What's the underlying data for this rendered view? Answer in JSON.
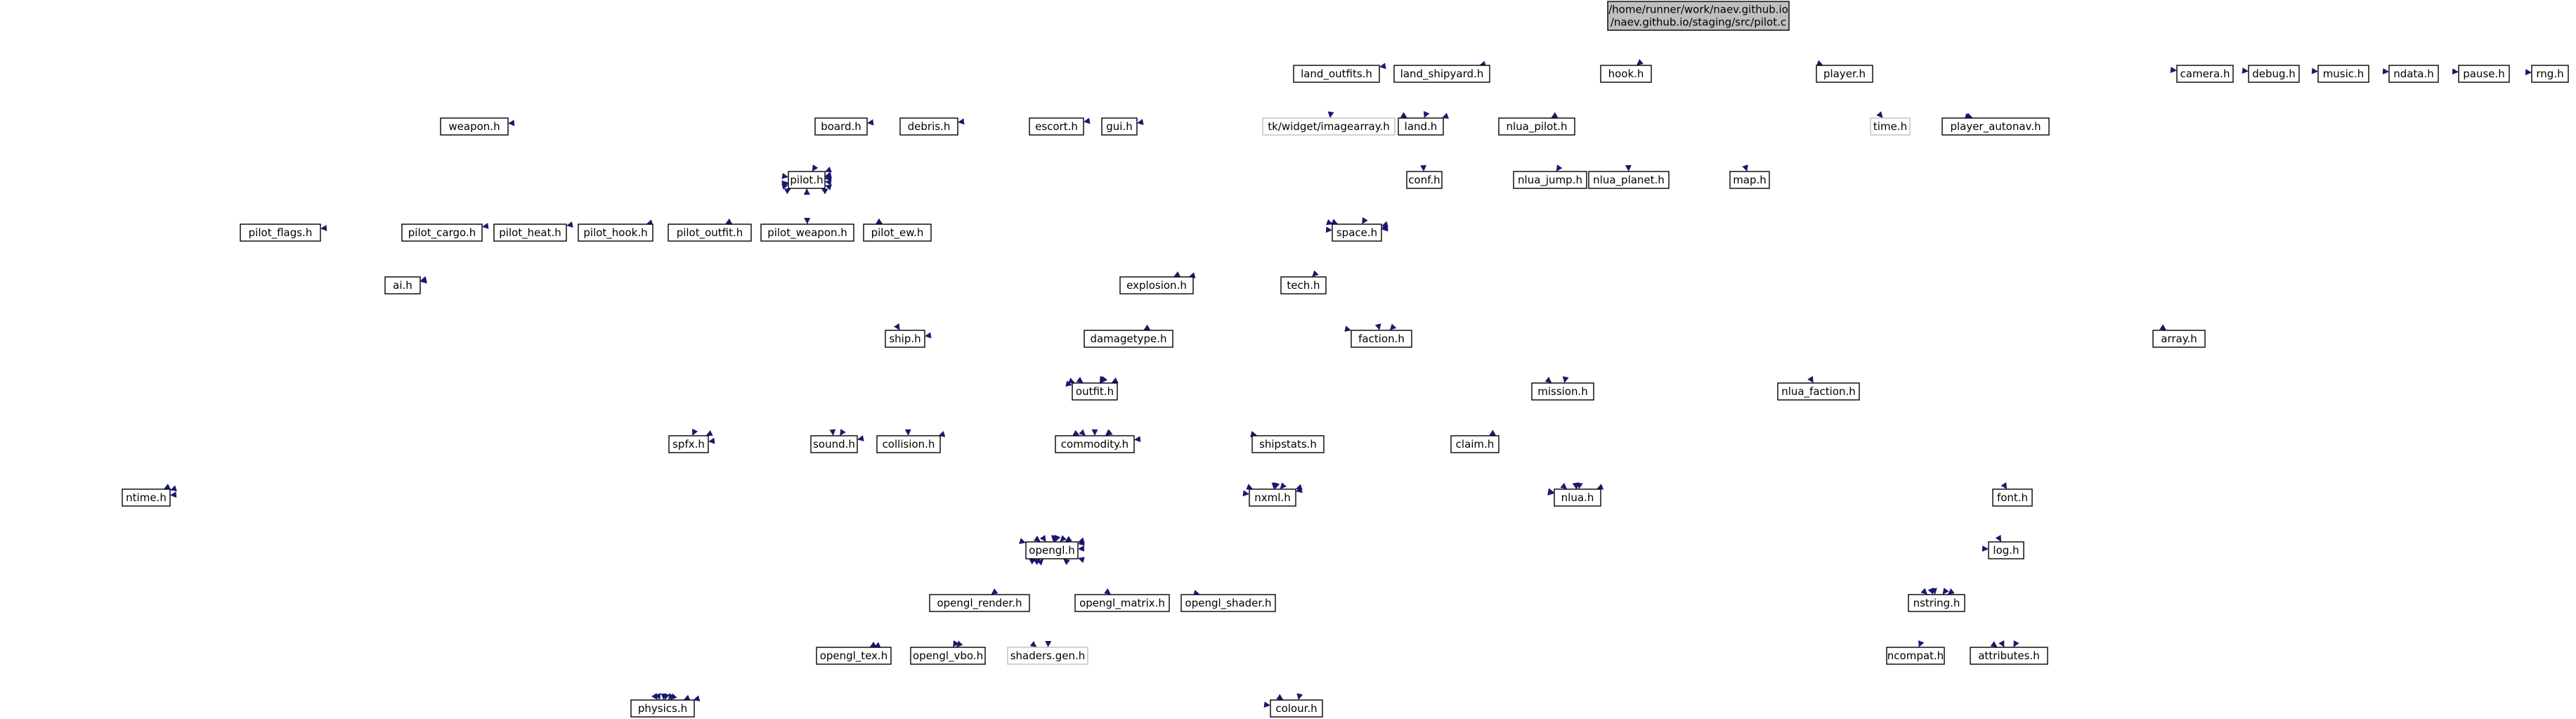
{
  "title": "/home/runner/work/naev.github.io/naev.github.io/staging/src/pilot.c",
  "colors": {
    "edge": "#191970",
    "root_fill": "#bfbfbf",
    "node_border": "#000000",
    "missing_border": "#bfbfbf",
    "background": "#ffffff"
  },
  "nodes": [
    {
      "id": "root",
      "lines": [
        "/home/runner/work/naev.github.io",
        "/naev.github.io/staging/src/pilot.c"
      ],
      "kind": "root"
    },
    {
      "id": "weapon_h",
      "lines": [
        "weapon.h"
      ]
    },
    {
      "id": "board_h",
      "lines": [
        "board.h"
      ]
    },
    {
      "id": "debris_h",
      "lines": [
        "debris.h"
      ]
    },
    {
      "id": "escort_h",
      "lines": [
        "escort.h"
      ]
    },
    {
      "id": "gui_h",
      "lines": [
        "gui.h"
      ]
    },
    {
      "id": "land_outfits_h",
      "lines": [
        "land_outfits.h"
      ]
    },
    {
      "id": "land_shipyard_h",
      "lines": [
        "land_shipyard.h"
      ]
    },
    {
      "id": "tk_imagearray_h",
      "lines": [
        "tk/widget/imagearray.h"
      ],
      "kind": "missing"
    },
    {
      "id": "land_h",
      "lines": [
        "land.h"
      ]
    },
    {
      "id": "hook_h",
      "lines": [
        "hook.h"
      ]
    },
    {
      "id": "nlua_pilot_h",
      "lines": [
        "nlua_pilot.h"
      ]
    },
    {
      "id": "player_h",
      "lines": [
        "player.h"
      ]
    },
    {
      "id": "time_h",
      "lines": [
        "time.h"
      ],
      "kind": "missing"
    },
    {
      "id": "player_autonav_h",
      "lines": [
        "player_autonav.h"
      ]
    },
    {
      "id": "camera_h",
      "lines": [
        "camera.h"
      ]
    },
    {
      "id": "debug_h",
      "lines": [
        "debug.h"
      ]
    },
    {
      "id": "music_h",
      "lines": [
        "music.h"
      ]
    },
    {
      "id": "ndata_h",
      "lines": [
        "ndata.h"
      ]
    },
    {
      "id": "pause_h",
      "lines": [
        "pause.h"
      ]
    },
    {
      "id": "rng_h",
      "lines": [
        "rng.h"
      ]
    },
    {
      "id": "conf_h",
      "lines": [
        "conf.h"
      ]
    },
    {
      "id": "pilot_h",
      "lines": [
        "pilot.h"
      ]
    },
    {
      "id": "nlua_jump_h",
      "lines": [
        "nlua_jump.h"
      ]
    },
    {
      "id": "nlua_planet_h",
      "lines": [
        "nlua_planet.h"
      ]
    },
    {
      "id": "map_h",
      "lines": [
        "map.h"
      ]
    },
    {
      "id": "pilot_flags_h",
      "lines": [
        "pilot_flags.h"
      ]
    },
    {
      "id": "pilot_cargo_h",
      "lines": [
        "pilot_cargo.h"
      ]
    },
    {
      "id": "pilot_heat_h",
      "lines": [
        "pilot_heat.h"
      ]
    },
    {
      "id": "pilot_hook_h",
      "lines": [
        "pilot_hook.h"
      ]
    },
    {
      "id": "pilot_outfit_h",
      "lines": [
        "pilot_outfit.h"
      ]
    },
    {
      "id": "pilot_weapon_h",
      "lines": [
        "pilot_weapon.h"
      ]
    },
    {
      "id": "pilot_ew_h",
      "lines": [
        "pilot_ew.h"
      ]
    },
    {
      "id": "space_h",
      "lines": [
        "space.h"
      ]
    },
    {
      "id": "ai_h",
      "lines": [
        "ai.h"
      ]
    },
    {
      "id": "explosion_h",
      "lines": [
        "explosion.h"
      ]
    },
    {
      "id": "tech_h",
      "lines": [
        "tech.h"
      ]
    },
    {
      "id": "ship_h",
      "lines": [
        "ship.h"
      ]
    },
    {
      "id": "damagetype_h",
      "lines": [
        "damagetype.h"
      ]
    },
    {
      "id": "faction_h",
      "lines": [
        "faction.h"
      ]
    },
    {
      "id": "array_h",
      "lines": [
        "array.h"
      ]
    },
    {
      "id": "outfit_h",
      "lines": [
        "outfit.h"
      ]
    },
    {
      "id": "mission_h",
      "lines": [
        "mission.h"
      ]
    },
    {
      "id": "nlua_faction_h",
      "lines": [
        "nlua_faction.h"
      ]
    },
    {
      "id": "spfx_h",
      "lines": [
        "spfx.h"
      ]
    },
    {
      "id": "sound_h",
      "lines": [
        "sound.h"
      ]
    },
    {
      "id": "collision_h",
      "lines": [
        "collision.h"
      ]
    },
    {
      "id": "commodity_h",
      "lines": [
        "commodity.h"
      ]
    },
    {
      "id": "shipstats_h",
      "lines": [
        "shipstats.h"
      ]
    },
    {
      "id": "claim_h",
      "lines": [
        "claim.h"
      ]
    },
    {
      "id": "ntime_h",
      "lines": [
        "ntime.h"
      ]
    },
    {
      "id": "nxml_h",
      "lines": [
        "nxml.h"
      ]
    },
    {
      "id": "nlua_h",
      "lines": [
        "nlua.h"
      ]
    },
    {
      "id": "font_h",
      "lines": [
        "font.h"
      ]
    },
    {
      "id": "opengl_h",
      "lines": [
        "opengl.h"
      ]
    },
    {
      "id": "log_h",
      "lines": [
        "log.h"
      ]
    },
    {
      "id": "opengl_render_h",
      "lines": [
        "opengl_render.h"
      ]
    },
    {
      "id": "opengl_matrix_h",
      "lines": [
        "opengl_matrix.h"
      ]
    },
    {
      "id": "opengl_shader_h",
      "lines": [
        "opengl_shader.h"
      ]
    },
    {
      "id": "nstring_h",
      "lines": [
        "nstring.h"
      ]
    },
    {
      "id": "opengl_tex_h",
      "lines": [
        "opengl_tex.h"
      ]
    },
    {
      "id": "opengl_vbo_h",
      "lines": [
        "opengl_vbo.h"
      ]
    },
    {
      "id": "shaders_gen_h",
      "lines": [
        "shaders.gen.h"
      ],
      "kind": "missing"
    },
    {
      "id": "ncompat_h",
      "lines": [
        "ncompat.h"
      ]
    },
    {
      "id": "attributes_h",
      "lines": [
        "attributes.h"
      ]
    },
    {
      "id": "physics_h",
      "lines": [
        "physics.h"
      ]
    },
    {
      "id": "colour_h",
      "lines": [
        "colour.h"
      ]
    }
  ],
  "edges": [
    [
      "root",
      "weapon_h"
    ],
    [
      "root",
      "board_h"
    ],
    [
      "root",
      "debris_h"
    ],
    [
      "root",
      "escort_h"
    ],
    [
      "root",
      "gui_h"
    ],
    [
      "root",
      "land_outfits_h"
    ],
    [
      "root",
      "land_shipyard_h"
    ],
    [
      "root",
      "land_h"
    ],
    [
      "root",
      "hook_h"
    ],
    [
      "root",
      "player_h"
    ],
    [
      "root",
      "player_autonav_h"
    ],
    [
      "root",
      "camera_h"
    ],
    [
      "root",
      "debug_h"
    ],
    [
      "root",
      "music_h"
    ],
    [
      "root",
      "ndata_h"
    ],
    [
      "root",
      "pause_h"
    ],
    [
      "root",
      "rng_h"
    ],
    [
      "root",
      "pilot_h"
    ],
    [
      "root",
      "map_h"
    ],
    [
      "root",
      "explosion_h"
    ],
    [
      "root",
      "ai_h"
    ],
    [
      "root",
      "faction_h"
    ],
    [
      "root",
      "array_h"
    ],
    [
      "root",
      "font_h"
    ],
    [
      "root",
      "log_h"
    ],
    [
      "root",
      "nstring_h"
    ],
    [
      "root",
      "ntime_h"
    ],
    [
      "root",
      "nxml_h"
    ],
    [
      "root",
      "damagetype_h"
    ],
    [
      "weapon_h",
      "pilot_h"
    ],
    [
      "weapon_h",
      "outfit_h"
    ],
    [
      "weapon_h",
      "physics_h"
    ],
    [
      "board_h",
      "pilot_h"
    ],
    [
      "debris_h",
      "pilot_h"
    ],
    [
      "escort_h",
      "pilot_h"
    ],
    [
      "escort_h",
      "space_h"
    ],
    [
      "escort_h",
      "physics_h"
    ],
    [
      "gui_h",
      "pilot_h"
    ],
    [
      "gui_h",
      "space_h"
    ],
    [
      "gui_h",
      "opengl_h"
    ],
    [
      "land_outfits_h",
      "land_h"
    ],
    [
      "land_outfits_h",
      "tk_imagearray_h"
    ],
    [
      "land_outfits_h",
      "outfit_h"
    ],
    [
      "land_shipyard_h",
      "land_h"
    ],
    [
      "land_h",
      "conf_h"
    ],
    [
      "land_h",
      "space_h"
    ],
    [
      "land_h",
      "nstring_h"
    ],
    [
      "hook_h",
      "nlua_pilot_h"
    ],
    [
      "hook_h",
      "nlua_jump_h"
    ],
    [
      "hook_h",
      "nlua_planet_h"
    ],
    [
      "hook_h",
      "mission_h"
    ],
    [
      "hook_h",
      "nlua_faction_h"
    ],
    [
      "nlua_pilot_h",
      "pilot_h"
    ],
    [
      "player_h",
      "pilot_h"
    ],
    [
      "player_h",
      "time_h"
    ],
    [
      "player_h",
      "player_autonav_h"
    ],
    [
      "player_h",
      "nstring_h"
    ],
    [
      "nlua_jump_h",
      "space_h"
    ],
    [
      "nlua_jump_h",
      "nlua_h"
    ],
    [
      "nlua_planet_h",
      "space_h"
    ],
    [
      "nlua_planet_h",
      "nlua_h"
    ],
    [
      "map_h",
      "space_h"
    ],
    [
      "map_h",
      "attributes_h"
    ],
    [
      "pilot_h",
      "pilot_flags_h"
    ],
    [
      "pilot_h",
      "pilot_cargo_h"
    ],
    [
      "pilot_h",
      "pilot_heat_h"
    ],
    [
      "pilot_h",
      "pilot_hook_h"
    ],
    [
      "pilot_h",
      "pilot_outfit_h"
    ],
    [
      "pilot_h",
      "pilot_weapon_h"
    ],
    [
      "pilot_h",
      "pilot_ew_h"
    ],
    [
      "pilot_h",
      "space_h"
    ],
    [
      "pilot_h",
      "ai_h"
    ],
    [
      "pilot_h",
      "ship_h"
    ],
    [
      "pilot_h",
      "outfit_h"
    ],
    [
      "pilot_h",
      "faction_h"
    ],
    [
      "pilot_h",
      "sound_h"
    ],
    [
      "pilot_h",
      "spfx_h"
    ],
    [
      "pilot_h",
      "commodity_h"
    ],
    [
      "pilot_h",
      "ntime_h"
    ],
    [
      "pilot_h",
      "physics_h"
    ],
    [
      "pilot_cargo_h",
      "pilot_h"
    ],
    [
      "pilot_heat_h",
      "pilot_h"
    ],
    [
      "pilot_hook_h",
      "pilot_h"
    ],
    [
      "pilot_outfit_h",
      "pilot_h"
    ],
    [
      "pilot_weapon_h",
      "pilot_h"
    ],
    [
      "pilot_ew_h",
      "pilot_h"
    ],
    [
      "space_h",
      "pilot_h"
    ],
    [
      "explosion_h",
      "pilot_h"
    ],
    [
      "space_h",
      "explosion_h"
    ],
    [
      "space_h",
      "tech_h"
    ],
    [
      "space_h",
      "faction_h"
    ],
    [
      "space_h",
      "mission_h"
    ],
    [
      "space_h",
      "commodity_h"
    ],
    [
      "space_h",
      "opengl_h"
    ],
    [
      "explosion_h",
      "outfit_h"
    ],
    [
      "tech_h",
      "ship_h"
    ],
    [
      "tech_h",
      "outfit_h"
    ],
    [
      "tech_h",
      "commodity_h"
    ],
    [
      "tech_h",
      "nxml_h"
    ],
    [
      "ai_h",
      "physics_h"
    ],
    [
      "ai_h",
      "nlua_h"
    ],
    [
      "ship_h",
      "outfit_h"
    ],
    [
      "ship_h",
      "sound_h"
    ],
    [
      "ship_h",
      "spfx_h"
    ],
    [
      "ship_h",
      "collision_h"
    ],
    [
      "ship_h",
      "commodity_h"
    ],
    [
      "ship_h",
      "opengl_h"
    ],
    [
      "ship_h",
      "nxml_h"
    ],
    [
      "ship_h",
      "shipstats_h"
    ],
    [
      "damagetype_h",
      "outfit_h"
    ],
    [
      "faction_h",
      "nlua_h"
    ],
    [
      "faction_h",
      "opengl_h"
    ],
    [
      "faction_h",
      "colour_h"
    ],
    [
      "array_h",
      "attributes_h"
    ],
    [
      "outfit_h",
      "sound_h"
    ],
    [
      "outfit_h",
      "spfx_h"
    ],
    [
      "outfit_h",
      "collision_h"
    ],
    [
      "outfit_h",
      "commodity_h"
    ],
    [
      "outfit_h",
      "shipstats_h"
    ],
    [
      "outfit_h",
      "opengl_h"
    ],
    [
      "outfit_h",
      "nlua_h"
    ],
    [
      "mission_h",
      "claim_h"
    ],
    [
      "mission_h",
      "commodity_h"
    ],
    [
      "mission_h",
      "nxml_h"
    ],
    [
      "mission_h",
      "nlua_h"
    ],
    [
      "mission_h",
      "opengl_h"
    ],
    [
      "nlua_faction_h",
      "nlua_h"
    ],
    [
      "spfx_h",
      "ntime_h"
    ],
    [
      "spfx_h",
      "physics_h"
    ],
    [
      "spfx_h",
      "opengl_h"
    ],
    [
      "collision_h",
      "physics_h"
    ],
    [
      "collision_h",
      "opengl_h"
    ],
    [
      "collision_h",
      "nxml_h"
    ],
    [
      "commodity_h",
      "opengl_h"
    ],
    [
      "shipstats_h",
      "nxml_h"
    ],
    [
      "shipstats_h",
      "nlua_h"
    ],
    [
      "claim_h",
      "nxml_h"
    ],
    [
      "nxml_h",
      "opengl_h"
    ],
    [
      "nxml_h",
      "log_h"
    ],
    [
      "font_h",
      "opengl_h"
    ],
    [
      "font_h",
      "nstring_h"
    ],
    [
      "opengl_h",
      "opengl_render_h"
    ],
    [
      "opengl_h",
      "opengl_matrix_h"
    ],
    [
      "opengl_h",
      "opengl_shader_h"
    ],
    [
      "opengl_h",
      "opengl_tex_h"
    ],
    [
      "opengl_h",
      "opengl_vbo_h"
    ],
    [
      "opengl_h",
      "shaders_gen_h"
    ],
    [
      "opengl_h",
      "colour_h"
    ],
    [
      "opengl_h",
      "physics_h"
    ],
    [
      "opengl_render_h",
      "opengl_h"
    ],
    [
      "opengl_matrix_h",
      "opengl_h"
    ],
    [
      "opengl_shader_h",
      "opengl_h"
    ],
    [
      "opengl_tex_h",
      "opengl_h"
    ],
    [
      "opengl_vbo_h",
      "opengl_h"
    ],
    [
      "opengl_render_h",
      "opengl_tex_h"
    ],
    [
      "opengl_render_h",
      "opengl_vbo_h"
    ],
    [
      "opengl_render_h",
      "shaders_gen_h"
    ],
    [
      "opengl_tex_h",
      "physics_h"
    ],
    [
      "opengl_tex_h",
      "colour_h"
    ],
    [
      "log_h",
      "nstring_h"
    ],
    [
      "nstring_h",
      "ncompat_h"
    ],
    [
      "nstring_h",
      "attributes_h"
    ]
  ]
}
